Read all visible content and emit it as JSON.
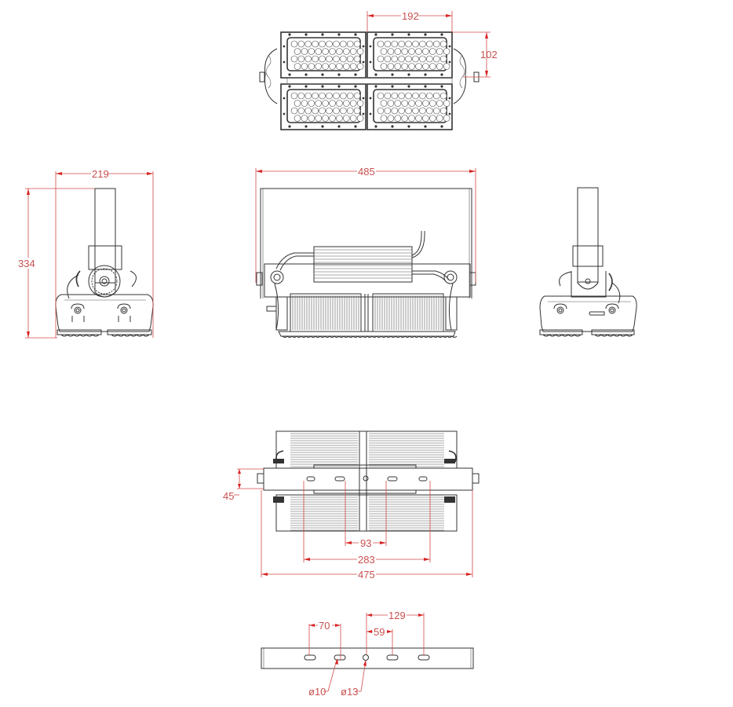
{
  "drawing": {
    "type": "technical-dimension-drawing",
    "subject": "LED flood light fixture, 4-module",
    "units_implied": "mm",
    "line_color": "#333333",
    "dimension_color": "#d24a4a"
  },
  "views": {
    "top": {
      "label": "front-view-led-modules",
      "dims": {
        "module_width": "192",
        "module_height": "102"
      }
    },
    "left_side": {
      "label": "left-side-view",
      "dims": {
        "width": "219",
        "height": "334"
      }
    },
    "front": {
      "label": "front-elevation",
      "dims": {
        "overall_width": "485"
      }
    },
    "right_side": {
      "label": "right-side-view"
    },
    "back": {
      "label": "rear-view-heatsinks",
      "dims": {
        "bracket_height": "45",
        "inner_slot_spacing": "93",
        "outer_slot_spacing": "283",
        "overall_width": "475"
      }
    },
    "bracket": {
      "label": "mounting-bracket-detail",
      "dims": {
        "slot_spacing_left": "70",
        "inner_spacing": "59",
        "outer_spacing": "129",
        "slot_diameter": "ø10",
        "center_hole_diameter": "ø13"
      }
    }
  }
}
